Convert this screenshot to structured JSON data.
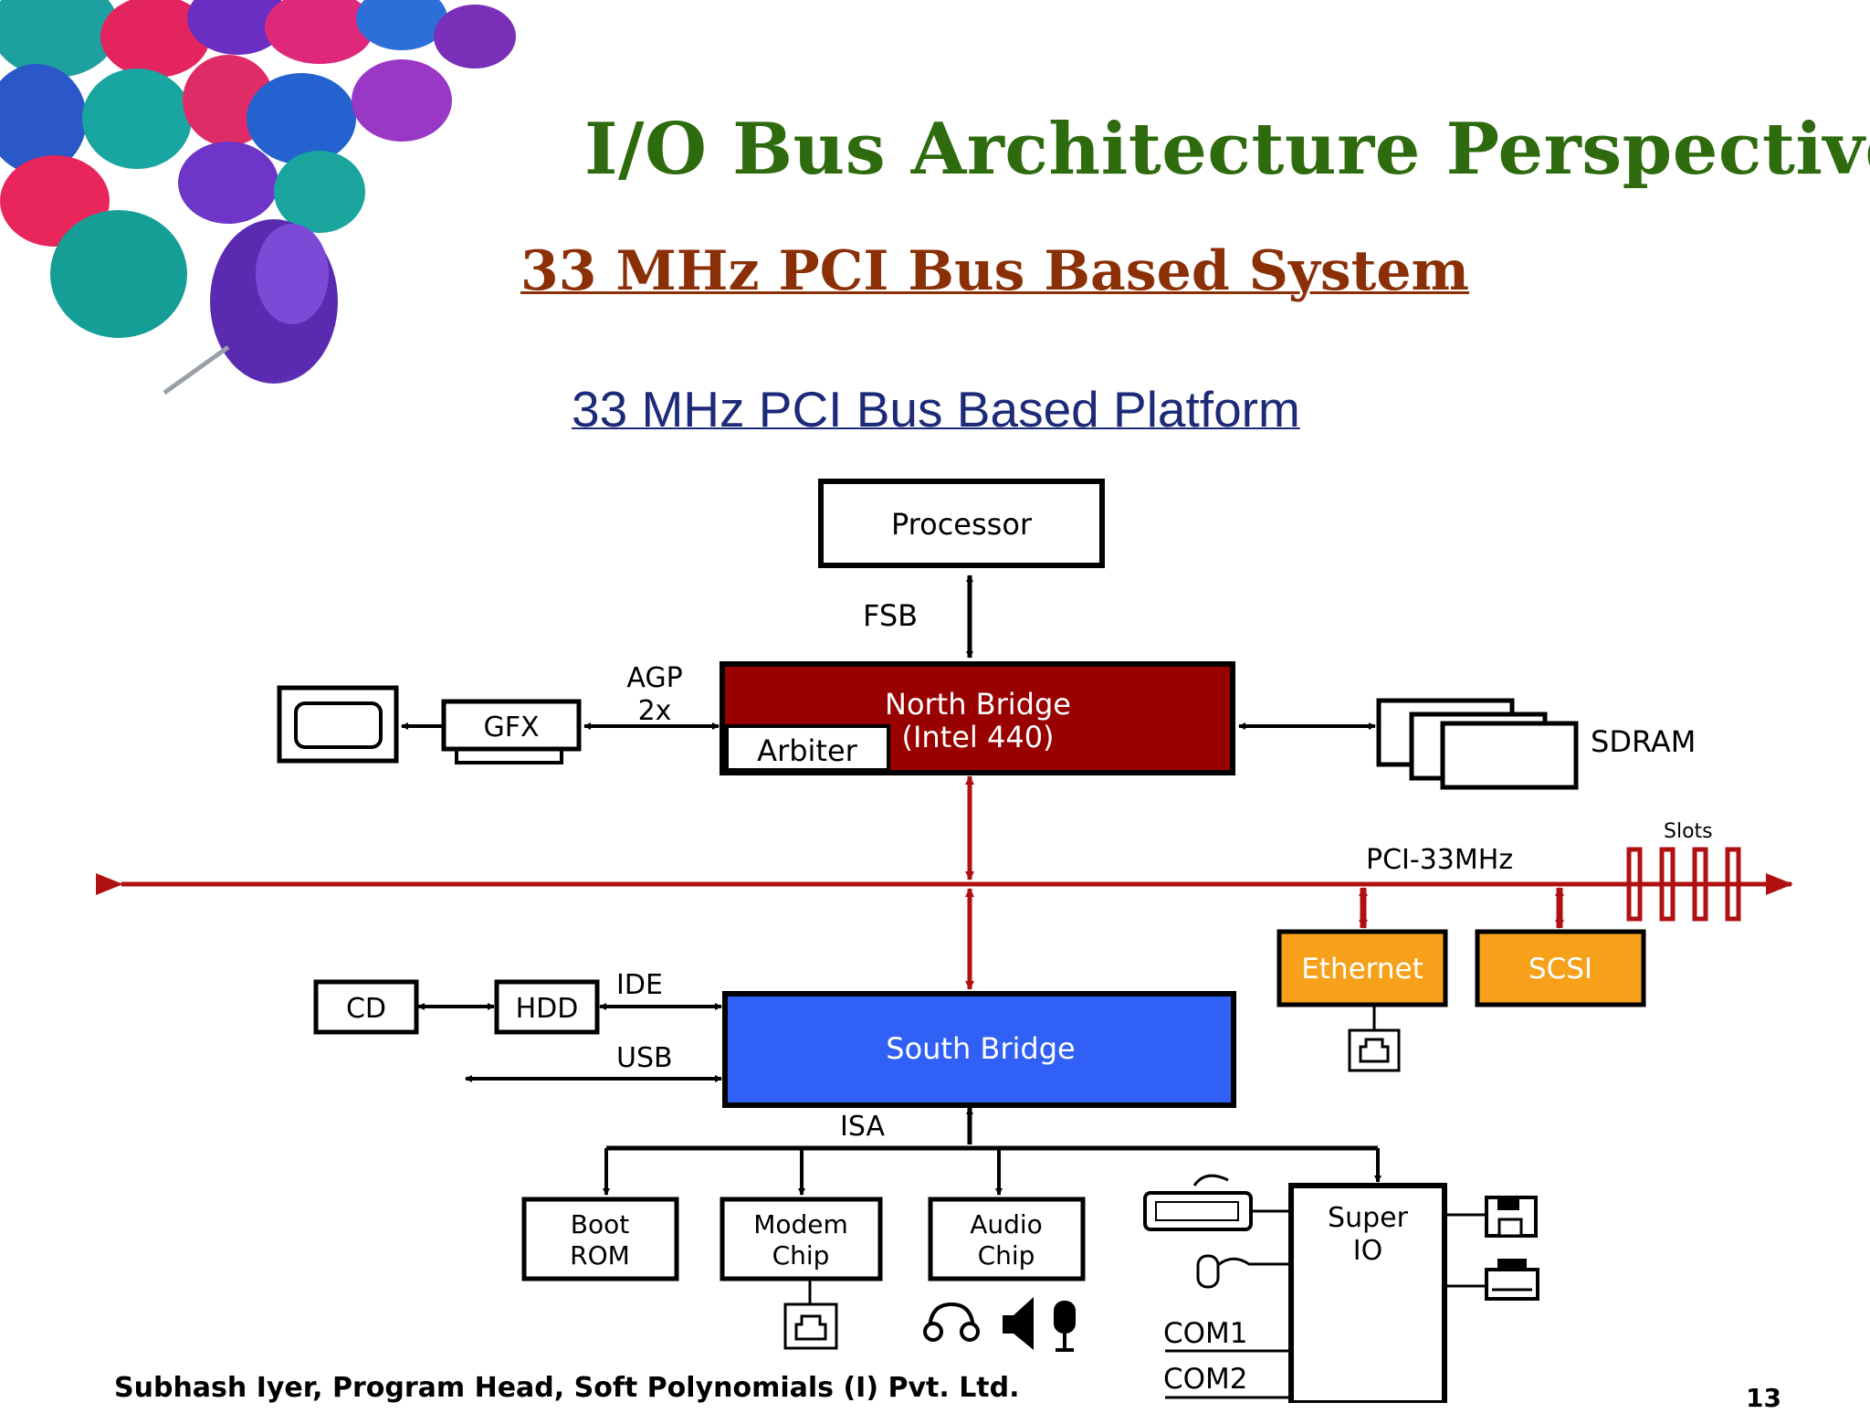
{
  "slide": {
    "title": "I/O Bus Architecture Perspective",
    "subtitle": "33 MHz PCI Bus Based System",
    "diagram_title": "33 MHz PCI Bus Based Platform",
    "footer": "Subhash Iyer, Program Head, Soft Polynomials (I) Pvt. Ltd.",
    "page_number": "13"
  },
  "diagram": {
    "processor": "Processor",
    "fsb": "FSB",
    "agp_line1": "AGP",
    "agp_line2": "2x",
    "gfx": "GFX",
    "north_bridge_line1": "North Bridge",
    "north_bridge_line2": "(Intel 440)",
    "arbiter": "Arbiter",
    "sdram": "SDRAM",
    "pci_bus": "PCI-33MHz",
    "slots": "Slots",
    "ethernet": "Ethernet",
    "scsi": "SCSI",
    "ide": "IDE",
    "cd": "CD",
    "hdd": "HDD",
    "usb": "USB",
    "south_bridge": "South Bridge",
    "isa": "ISA",
    "boot_rom_line1": "Boot",
    "boot_rom_line2": "ROM",
    "modem_line1": "Modem",
    "modem_line2": "Chip",
    "audio_line1": "Audio",
    "audio_line2": "Chip",
    "super_io_line1": "Super",
    "super_io_line2": "IO",
    "com1": "COM1",
    "com2": "COM2"
  },
  "colors": {
    "title": "#2e6b0e",
    "subtitle": "#8b2f07",
    "platform_title": "#1c2a78",
    "north_bridge": "#990000",
    "pci_bus": "#b01010",
    "south_bridge": "#3060f5",
    "ethernet_scsi": "#f7a11a"
  }
}
